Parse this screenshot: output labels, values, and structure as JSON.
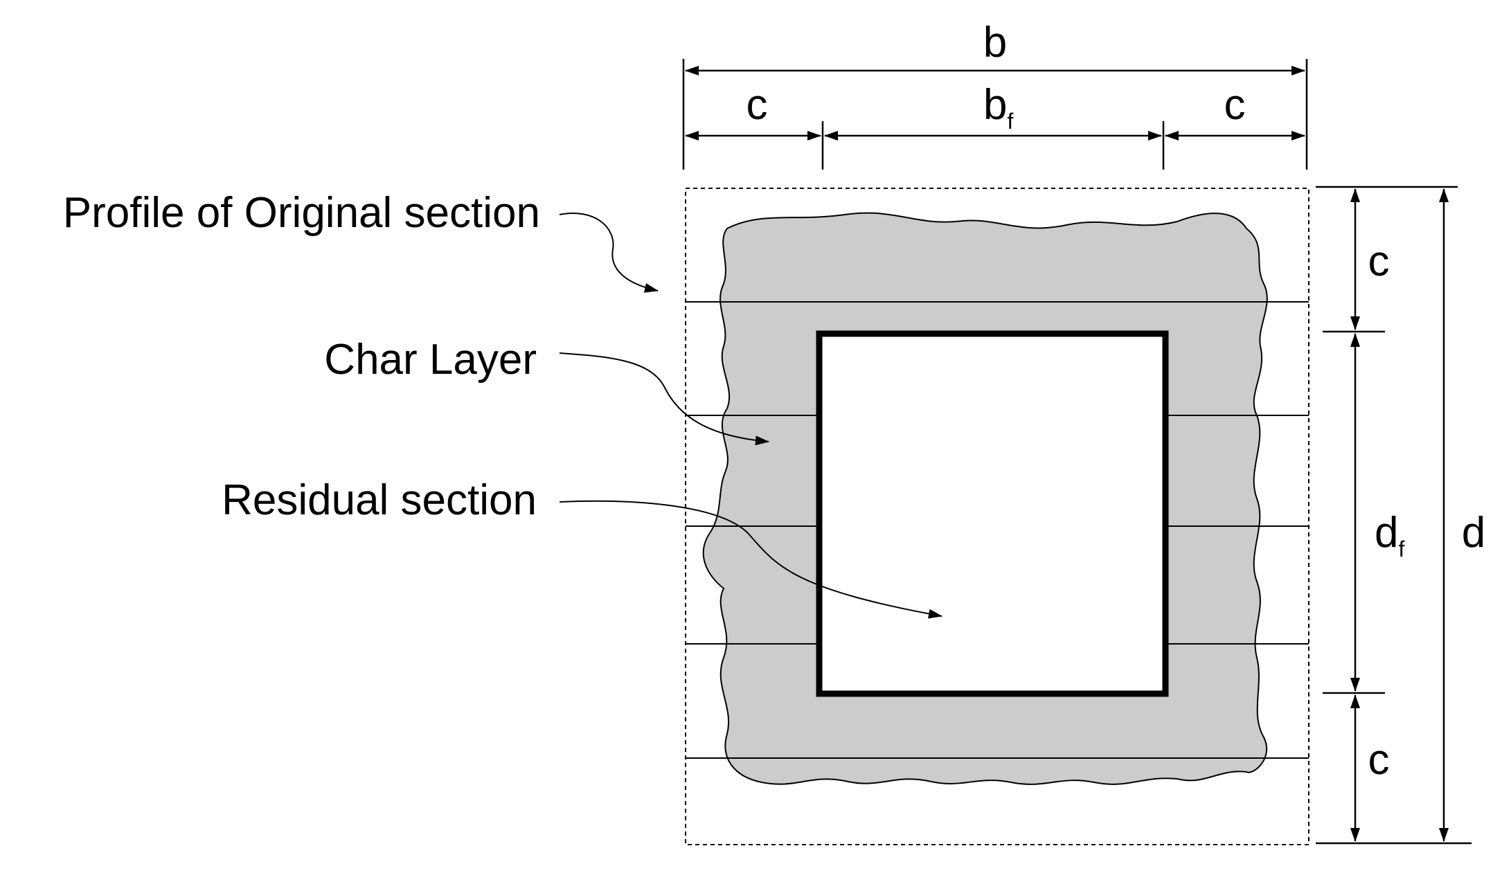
{
  "labels": {
    "profile": "Profile of Original section",
    "char_layer": "Char Layer",
    "residual": "Residual section"
  },
  "dimensions": {
    "b": "b",
    "b_f_base": "b",
    "b_f_sub": "f",
    "c": "c",
    "d": "d",
    "d_f_base": "d",
    "d_f_sub": "f"
  },
  "colors": {
    "char_fill": "#cccccc",
    "line": "#000000",
    "background": "#ffffff"
  }
}
